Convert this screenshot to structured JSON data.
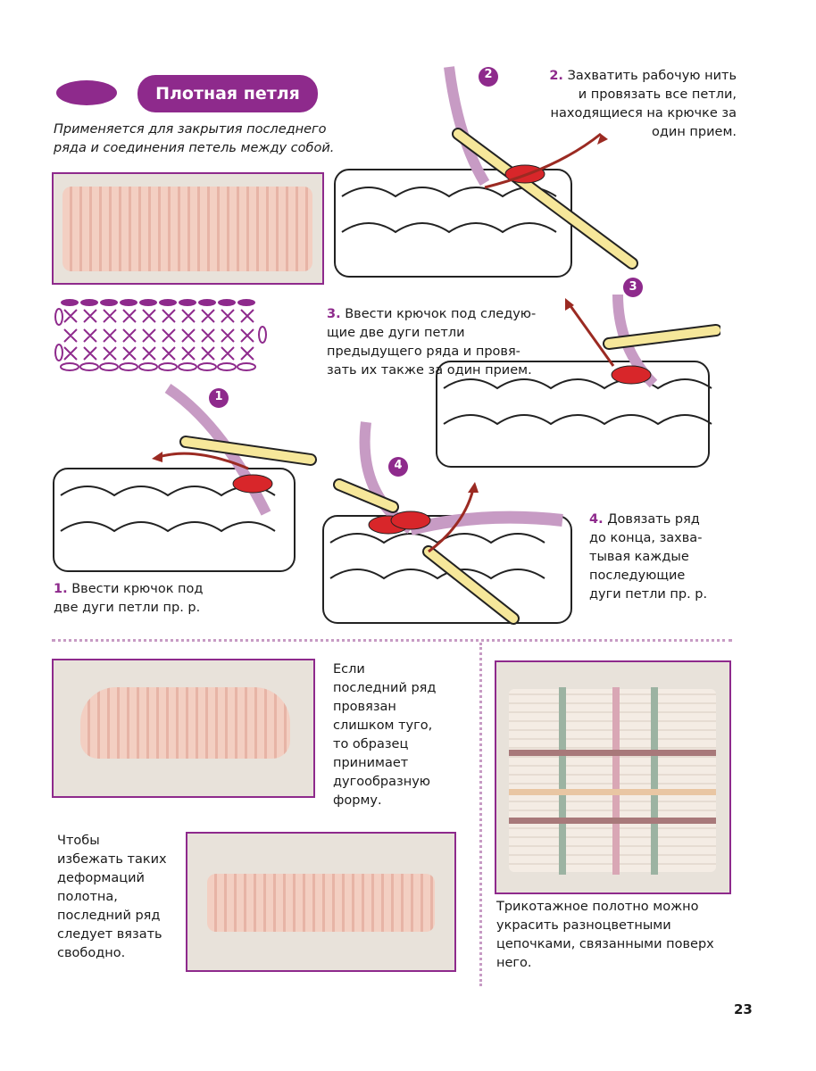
{
  "header": {
    "title": "Плотная петля",
    "subtitle": "Применяется для закрытия последнего ряда и соединения петель между собой."
  },
  "steps": [
    {
      "n": "1.",
      "text": "Ввести крючок под две дуги петли пр. р.",
      "badge": "1"
    },
    {
      "n": "2.",
      "text": "Захватить рабочую нить и провязать все петли, находящиеся на крючке за один прием.",
      "badge": "2"
    },
    {
      "n": "3.",
      "text": "Ввести крючок под следую-щие две дуги петли предыдущего ряда и провя-зать их также за один прием.",
      "badge": "3"
    },
    {
      "n": "4.",
      "text": "Довязать ряд до конца, захва-тывая каждые последующие дуги петли пр. р.",
      "badge": "4"
    }
  ],
  "notes": {
    "tight": "Если последний ряд провязан слишком туго, то образец принимает дугообразную форму.",
    "loose": "Чтобы избежать таких деформаций полотна, последний ряд следует вязать свободно.",
    "decor": "Трикотажное полотно можно украсить разноцветными цепочками, связанными поверх него."
  },
  "page_number": "23",
  "colors": {
    "accent": "#8e2a8c",
    "red": "#d8262a",
    "yarn": "#c79bc4",
    "hook": "#f6e79a"
  }
}
